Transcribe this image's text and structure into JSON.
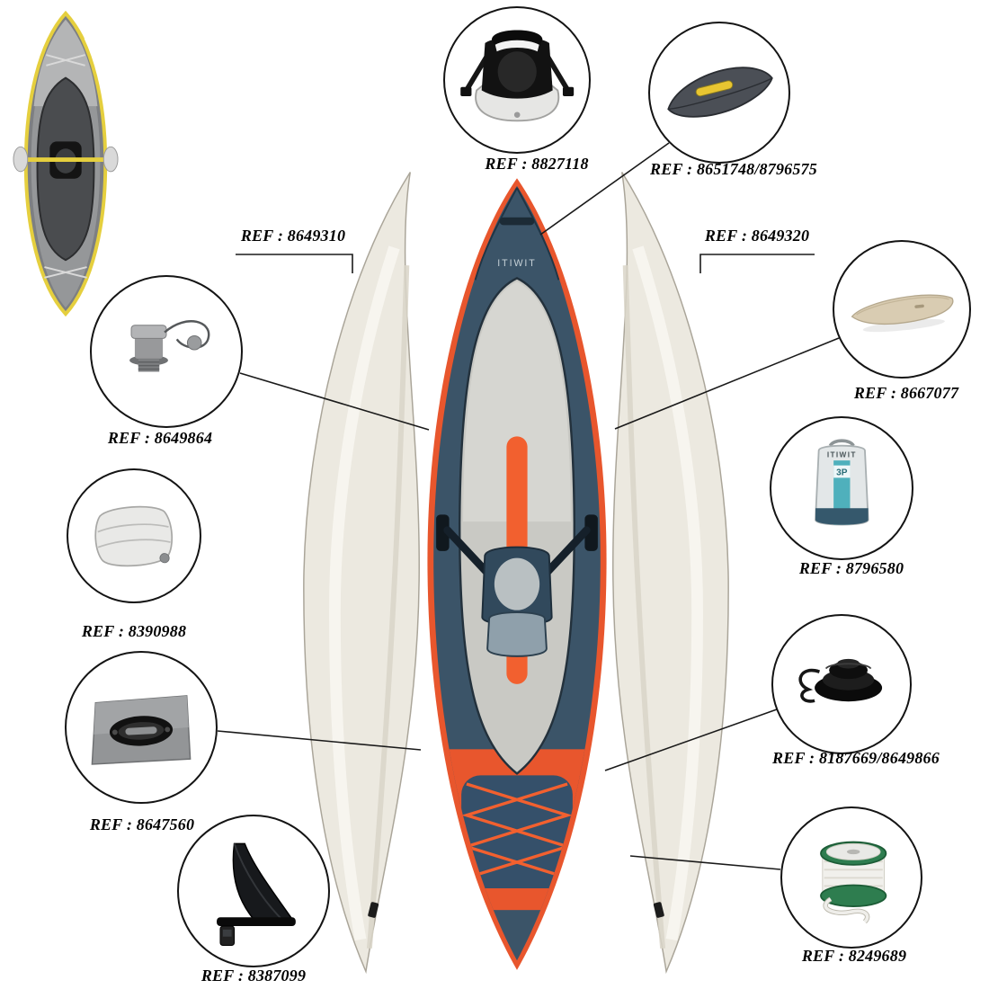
{
  "diagram": {
    "type": "inflatable-kayak-spare-parts-diagram"
  },
  "kayak": {
    "brand": "ITIWIT"
  },
  "parts": {
    "seat": {
      "label": "REF : 8827118"
    },
    "deck_cover": {
      "label": "REF : 8651748/8796575"
    },
    "side_tube_left": {
      "label": "REF : 8649310"
    },
    "side_tube_right": {
      "label": "REF : 8649320"
    },
    "valve_with_cap": {
      "label": "REF : 8649864"
    },
    "skeg_board": {
      "label": "REF : 8667077"
    },
    "backpack": {
      "label": "REF : 8796580",
      "brand": "ITIWIT",
      "size_label": "3P"
    },
    "cushion": {
      "label": "REF : 8390988"
    },
    "fin_mount_patch": {
      "label": "REF : 8647560"
    },
    "boston_valve": {
      "label": "REF : 8187669/8649866"
    },
    "fin": {
      "label": "REF : 8387099"
    },
    "rope_spool": {
      "label": "REF : 8249689"
    }
  }
}
